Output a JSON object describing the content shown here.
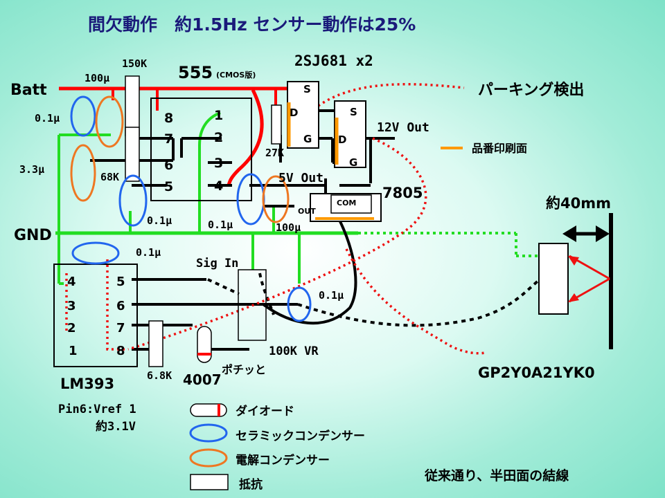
{
  "title": "間欠動作　約1.5Hz センサー動作は25%",
  "labels": {
    "batt": "Batt",
    "gnd": "GND",
    "ic555": "555",
    "cmos": "(CMOS版)",
    "mosfet": "2SJ681 x2",
    "parking": "パーキング検出",
    "out12v": "12V Out",
    "out5v": "5V Out",
    "reg": "7805",
    "reg_out": "OUT",
    "reg_com": "COM",
    "distance": "約40mm",
    "sensor": "GP2Y0A21YK0",
    "lm393": "LM393",
    "pin6": "Pin6:Vref 1",
    "vref_v": "約3.1V",
    "diode": "4007",
    "pochitto": "ポチッと",
    "sigin": "Sig In",
    "vr": "100K VR",
    "print_face": "品番印刷面",
    "pin_s1": "S",
    "pin_d1": "D",
    "pin_g1": "G",
    "pin_s2": "S",
    "pin_d2": "D",
    "pin_g2": "G"
  },
  "components": {
    "c100u_top": "100μ",
    "r150k": "150K",
    "c01u_left": "0.1μ",
    "c33u": "3.3μ",
    "r68k": "68K",
    "r27k": "27K",
    "c01u_555": "0.1μ",
    "c01u_mid": "0.1μ",
    "c100u_out": "100μ",
    "c01u_lm": "0.1μ",
    "c01u_sig": "0.1μ",
    "r68k_low": "6.8K"
  },
  "pins_555": [
    "8",
    "7",
    "6",
    "5",
    "1",
    "2",
    "3",
    "4"
  ],
  "pins_lm393": [
    "4",
    "3",
    "2",
    "1",
    "5",
    "6",
    "7",
    "8"
  ],
  "legend": {
    "diode": "ダイオード",
    "ceramic": "セラミックコンデンサー",
    "electrolytic": "電解コンデンサー",
    "resistor": "抵抗"
  },
  "note": "従来通り、半田面の結線",
  "colors": {
    "power": "#ff0000",
    "gnd": "#22dd22",
    "ceramic": "#2266ee",
    "electrolytic": "#ee7722",
    "print_face": "#ff9900",
    "title": "#1a1a7a"
  }
}
